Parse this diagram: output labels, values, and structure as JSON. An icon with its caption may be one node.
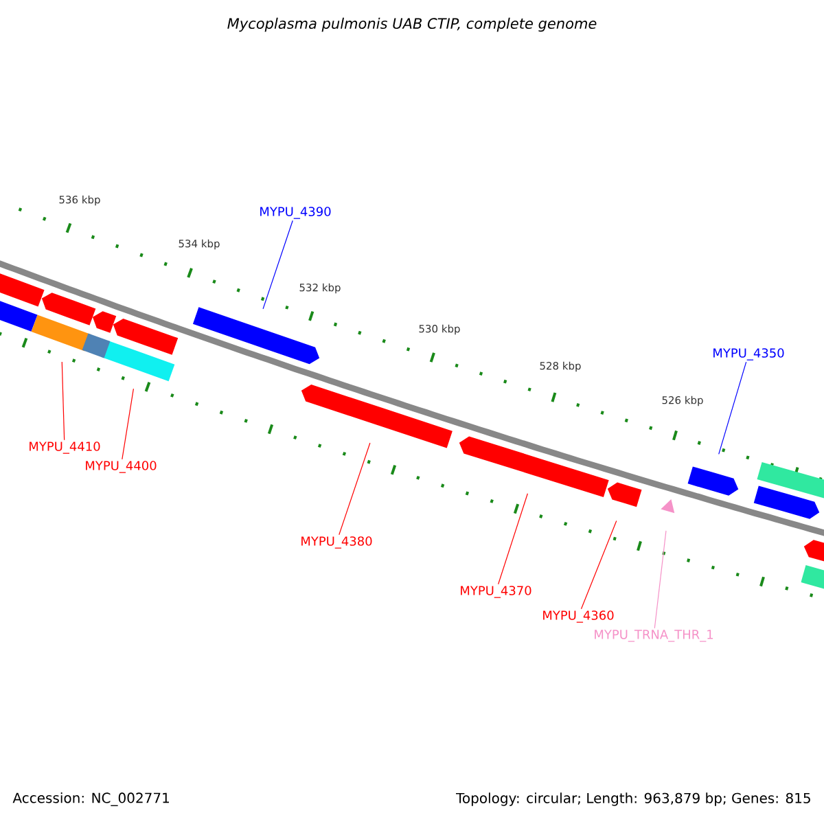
{
  "diagram": {
    "title": "Mycoplasma pulmonis UAB CTIP, complete genome",
    "nodes": [
      {
        "text": [
          "MYPU_4390"
        ]
      },
      {
        "text": [
          "MYPU_4350"
        ]
      },
      {
        "text": [
          "MYPU_4410"
        ]
      },
      {
        "text": [
          "MYPU_4400"
        ]
      },
      {
        "text": [
          "MYPU_4380"
        ]
      },
      {
        "text": [
          "MYPU_4370"
        ]
      },
      {
        "text": [
          "MYPU_4360"
        ]
      },
      {
        "text": [
          "MYPU_TRNA_THR_1"
        ]
      },
      {
        "text": [],
        "shape": "bar"
      },
      {
        "text": [],
        "shape": "bar"
      },
      {
        "text": [],
        "shape": "bar"
      },
      {
        "text": [],
        "shape": "bar"
      },
      {
        "text": [],
        "shape": "bar"
      },
      {
        "text": [],
        "shape": "bar"
      },
      {
        "text": [],
        "shape": "triangle"
      },
      {
        "text": [],
        "shape": "bar"
      },
      {
        "text": [],
        "shape": "bar"
      },
      {
        "text": [],
        "shape": "bar"
      },
      {
        "text": [],
        "shape": "bar"
      },
      {
        "text": [],
        "shape": "bar"
      },
      {
        "text": [],
        "shape": "bar"
      },
      {
        "text": [],
        "shape": "bar"
      },
      {
        "text": [],
        "shape": "bar"
      },
      {
        "text": [],
        "shape": "bar"
      },
      {
        "text": [],
        "shape": "bar"
      },
      {
        "text": [],
        "shape": "bar"
      }
    ],
    "edges": [
      {
        "from": 0,
        "to": 10,
        "arrow": "none",
        "color": "#0000ff"
      },
      {
        "from": 1,
        "to": 15,
        "arrow": "none",
        "color": "#0000ff"
      },
      {
        "from": 2,
        "to": 8,
        "arrow": "none"
      },
      {
        "from": 3,
        "to": 9,
        "arrow": "none"
      },
      {
        "from": 4,
        "to": 11,
        "arrow": "none"
      },
      {
        "from": 5,
        "to": 12,
        "arrow": "none"
      },
      {
        "from": 6,
        "to": 13,
        "arrow": "none"
      },
      {
        "from": 7,
        "to": 14,
        "arrow": "none",
        "color": "#f592c8"
      }
    ],
    "labels": [
      "536 kbp",
      "534 kbp",
      "532 kbp",
      "530 kbp",
      "528 kbp",
      "526 kbp",
      "Accession: NC_002771",
      "Topology: circular; Length: 963,879 bp; Genes: 815"
    ]
  }
}
